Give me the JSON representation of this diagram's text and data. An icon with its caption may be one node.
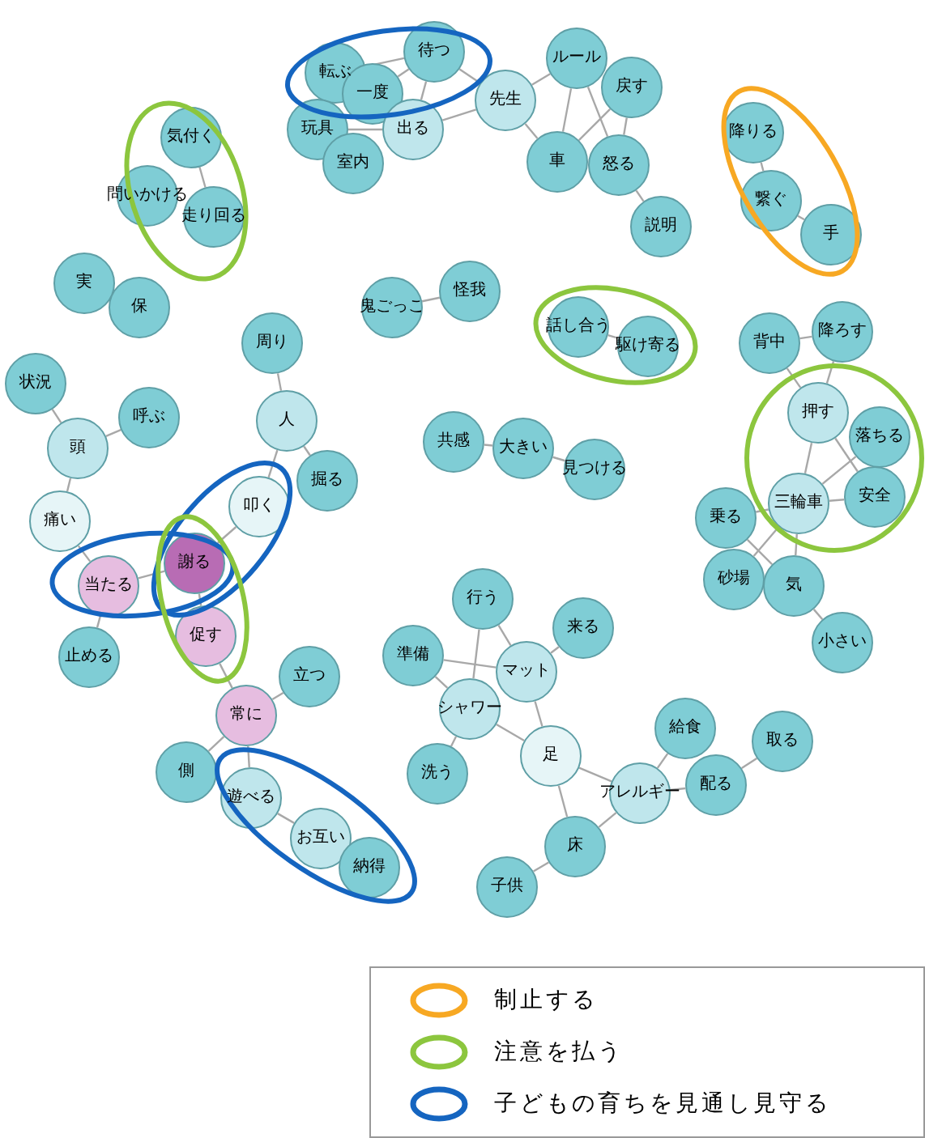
{
  "diagram": {
    "nodes": [
      {
        "text": [
          "転ぶ"
        ]
      },
      {
        "text": [
          "一度"
        ]
      },
      {
        "text": [
          "待つ"
        ]
      },
      {
        "text": [
          "玩具"
        ]
      },
      {
        "text": [
          "室内"
        ]
      },
      {
        "text": [
          "出る"
        ]
      },
      {
        "text": [
          "先生"
        ]
      },
      {
        "text": [
          "ルール"
        ]
      },
      {
        "text": [
          "戻す"
        ]
      },
      {
        "text": [
          "車"
        ]
      },
      {
        "text": [
          "怒る"
        ]
      },
      {
        "text": [
          "説明"
        ]
      },
      {
        "text": [
          "降りる"
        ]
      },
      {
        "text": [
          "繋ぐ"
        ]
      },
      {
        "text": [
          "手"
        ]
      },
      {
        "text": [
          "気付く"
        ]
      },
      {
        "text": [
          "問いかける"
        ]
      },
      {
        "text": [
          "走り回る"
        ]
      },
      {
        "text": [
          "実"
        ]
      },
      {
        "text": [
          "保"
        ]
      },
      {
        "text": [
          "鬼ごっこ"
        ]
      },
      {
        "text": [
          "怪我"
        ]
      },
      {
        "text": [
          "話し合う"
        ]
      },
      {
        "text": [
          "駆け寄る"
        ]
      },
      {
        "text": [
          "背中"
        ]
      },
      {
        "text": [
          "降ろす"
        ]
      },
      {
        "text": [
          "周り"
        ]
      },
      {
        "text": [
          "人"
        ]
      },
      {
        "text": [
          "掘る"
        ]
      },
      {
        "text": [
          "状況"
        ]
      },
      {
        "text": [
          "頭"
        ]
      },
      {
        "text": [
          "呼ぶ"
        ]
      },
      {
        "text": [
          "痛い"
        ]
      },
      {
        "text": [
          "叩く"
        ]
      },
      {
        "text": [
          "謝る"
        ]
      },
      {
        "text": [
          "当たる"
        ]
      },
      {
        "text": [
          "促す"
        ]
      },
      {
        "text": [
          "止める"
        ]
      },
      {
        "text": [
          "共感"
        ]
      },
      {
        "text": [
          "大きい"
        ]
      },
      {
        "text": [
          "見つける"
        ]
      },
      {
        "text": [
          "押す"
        ]
      },
      {
        "text": [
          "落ちる"
        ]
      },
      {
        "text": [
          "安全"
        ]
      },
      {
        "text": [
          "三輪車"
        ]
      },
      {
        "text": [
          "乗る"
        ]
      },
      {
        "text": [
          "砂場"
        ]
      },
      {
        "text": [
          "気"
        ]
      },
      {
        "text": [
          "小さい"
        ]
      },
      {
        "text": [
          "常に"
        ]
      },
      {
        "text": [
          "立つ"
        ]
      },
      {
        "text": [
          "側"
        ]
      },
      {
        "text": [
          "遊べる"
        ]
      },
      {
        "text": [
          "お互い"
        ]
      },
      {
        "text": [
          "納得"
        ]
      },
      {
        "text": [
          "行う"
        ]
      },
      {
        "text": [
          "来る"
        ]
      },
      {
        "text": [
          "準備"
        ]
      },
      {
        "text": [
          "マット"
        ]
      },
      {
        "text": [
          "シャワー"
        ]
      },
      {
        "text": [
          "洗う"
        ]
      },
      {
        "text": [
          "足"
        ]
      },
      {
        "text": [
          "アレルギー"
        ]
      },
      {
        "text": [
          "給食"
        ]
      },
      {
        "text": [
          "配る"
        ]
      },
      {
        "text": [
          "取る"
        ]
      },
      {
        "text": [
          "床"
        ]
      },
      {
        "text": [
          "子供"
        ]
      }
    ],
    "edges": [
      {
        "from": 0,
        "to": 2,
        "arrow": "none"
      },
      {
        "from": 1,
        "to": 2,
        "arrow": "none"
      },
      {
        "from": 2,
        "to": 5,
        "arrow": "none"
      },
      {
        "from": 2,
        "to": 6,
        "arrow": "none"
      },
      {
        "from": 3,
        "to": 5,
        "arrow": "none"
      },
      {
        "from": 5,
        "to": 6,
        "arrow": "none"
      },
      {
        "from": 6,
        "to": 7,
        "arrow": "none"
      },
      {
        "from": 6,
        "to": 9,
        "arrow": "none"
      },
      {
        "from": 7,
        "to": 9,
        "arrow": "none"
      },
      {
        "from": 7,
        "to": 10,
        "arrow": "none"
      },
      {
        "from": 8,
        "to": 9,
        "arrow": "none"
      },
      {
        "from": 8,
        "to": 10,
        "arrow": "none"
      },
      {
        "from": 10,
        "to": 11,
        "arrow": "none"
      },
      {
        "from": 12,
        "to": 13,
        "arrow": "none"
      },
      {
        "from": 13,
        "to": 14,
        "arrow": "none"
      },
      {
        "from": 15,
        "to": 17,
        "arrow": "none"
      },
      {
        "from": 20,
        "to": 21,
        "arrow": "none"
      },
      {
        "from": 22,
        "to": 23,
        "arrow": "none"
      },
      {
        "from": 24,
        "to": 25,
        "arrow": "none"
      },
      {
        "from": 26,
        "to": 27,
        "arrow": "none"
      },
      {
        "from": 27,
        "to": 28,
        "arrow": "none"
      },
      {
        "from": 27,
        "to": 33,
        "arrow": "none"
      },
      {
        "from": 33,
        "to": 34,
        "arrow": "none"
      },
      {
        "from": 34,
        "to": 35,
        "arrow": "none"
      },
      {
        "from": 34,
        "to": 36,
        "arrow": "none"
      },
      {
        "from": 29,
        "to": 30,
        "arrow": "none"
      },
      {
        "from": 30,
        "to": 31,
        "arrow": "none"
      },
      {
        "from": 30,
        "to": 32,
        "arrow": "none"
      },
      {
        "from": 32,
        "to": 35,
        "arrow": "none"
      },
      {
        "from": 35,
        "to": 37,
        "arrow": "none"
      },
      {
        "from": 38,
        "to": 39,
        "arrow": "none"
      },
      {
        "from": 39,
        "to": 40,
        "arrow": "none"
      },
      {
        "from": 24,
        "to": 41,
        "arrow": "none"
      },
      {
        "from": 25,
        "to": 41,
        "arrow": "none"
      },
      {
        "from": 41,
        "to": 44,
        "arrow": "none"
      },
      {
        "from": 41,
        "to": 43,
        "arrow": "none"
      },
      {
        "from": 42,
        "to": 44,
        "arrow": "none"
      },
      {
        "from": 44,
        "to": 43,
        "arrow": "none"
      },
      {
        "from": 44,
        "to": 45,
        "arrow": "none"
      },
      {
        "from": 44,
        "to": 47,
        "arrow": "none"
      },
      {
        "from": 45,
        "to": 47,
        "arrow": "none"
      },
      {
        "from": 46,
        "to": 44,
        "arrow": "none"
      },
      {
        "from": 47,
        "to": 48,
        "arrow": "none"
      },
      {
        "from": 36,
        "to": 49,
        "arrow": "none"
      },
      {
        "from": 49,
        "to": 50,
        "arrow": "none"
      },
      {
        "from": 49,
        "to": 51,
        "arrow": "none"
      },
      {
        "from": 49,
        "to": 52,
        "arrow": "none"
      },
      {
        "from": 52,
        "to": 53,
        "arrow": "none"
      },
      {
        "from": 55,
        "to": 59,
        "arrow": "none"
      },
      {
        "from": 55,
        "to": 58,
        "arrow": "none"
      },
      {
        "from": 56,
        "to": 58,
        "arrow": "none"
      },
      {
        "from": 57,
        "to": 59,
        "arrow": "none"
      },
      {
        "from": 57,
        "to": 58,
        "arrow": "none"
      },
      {
        "from": 59,
        "to": 60,
        "arrow": "none"
      },
      {
        "from": 59,
        "to": 61,
        "arrow": "none"
      },
      {
        "from": 58,
        "to": 61,
        "arrow": "none"
      },
      {
        "from": 61,
        "to": 62,
        "arrow": "none"
      },
      {
        "from": 61,
        "to": 66,
        "arrow": "none"
      },
      {
        "from": 66,
        "to": 62,
        "arrow": "none"
      },
      {
        "from": 66,
        "to": 67,
        "arrow": "none"
      },
      {
        "from": 62,
        "to": 63,
        "arrow": "none"
      },
      {
        "from": 62,
        "to": 64,
        "arrow": "none"
      },
      {
        "from": 64,
        "to": 65,
        "arrow": "none"
      }
    ],
    "legend": [
      {
        "text": "制止する",
        "color": "#f7a823"
      },
      {
        "text": "注意を払う",
        "color": "#8cc63e"
      },
      {
        "text": "子どもの育ちを見通し見守る",
        "color": "#1565c0"
      }
    ]
  }
}
